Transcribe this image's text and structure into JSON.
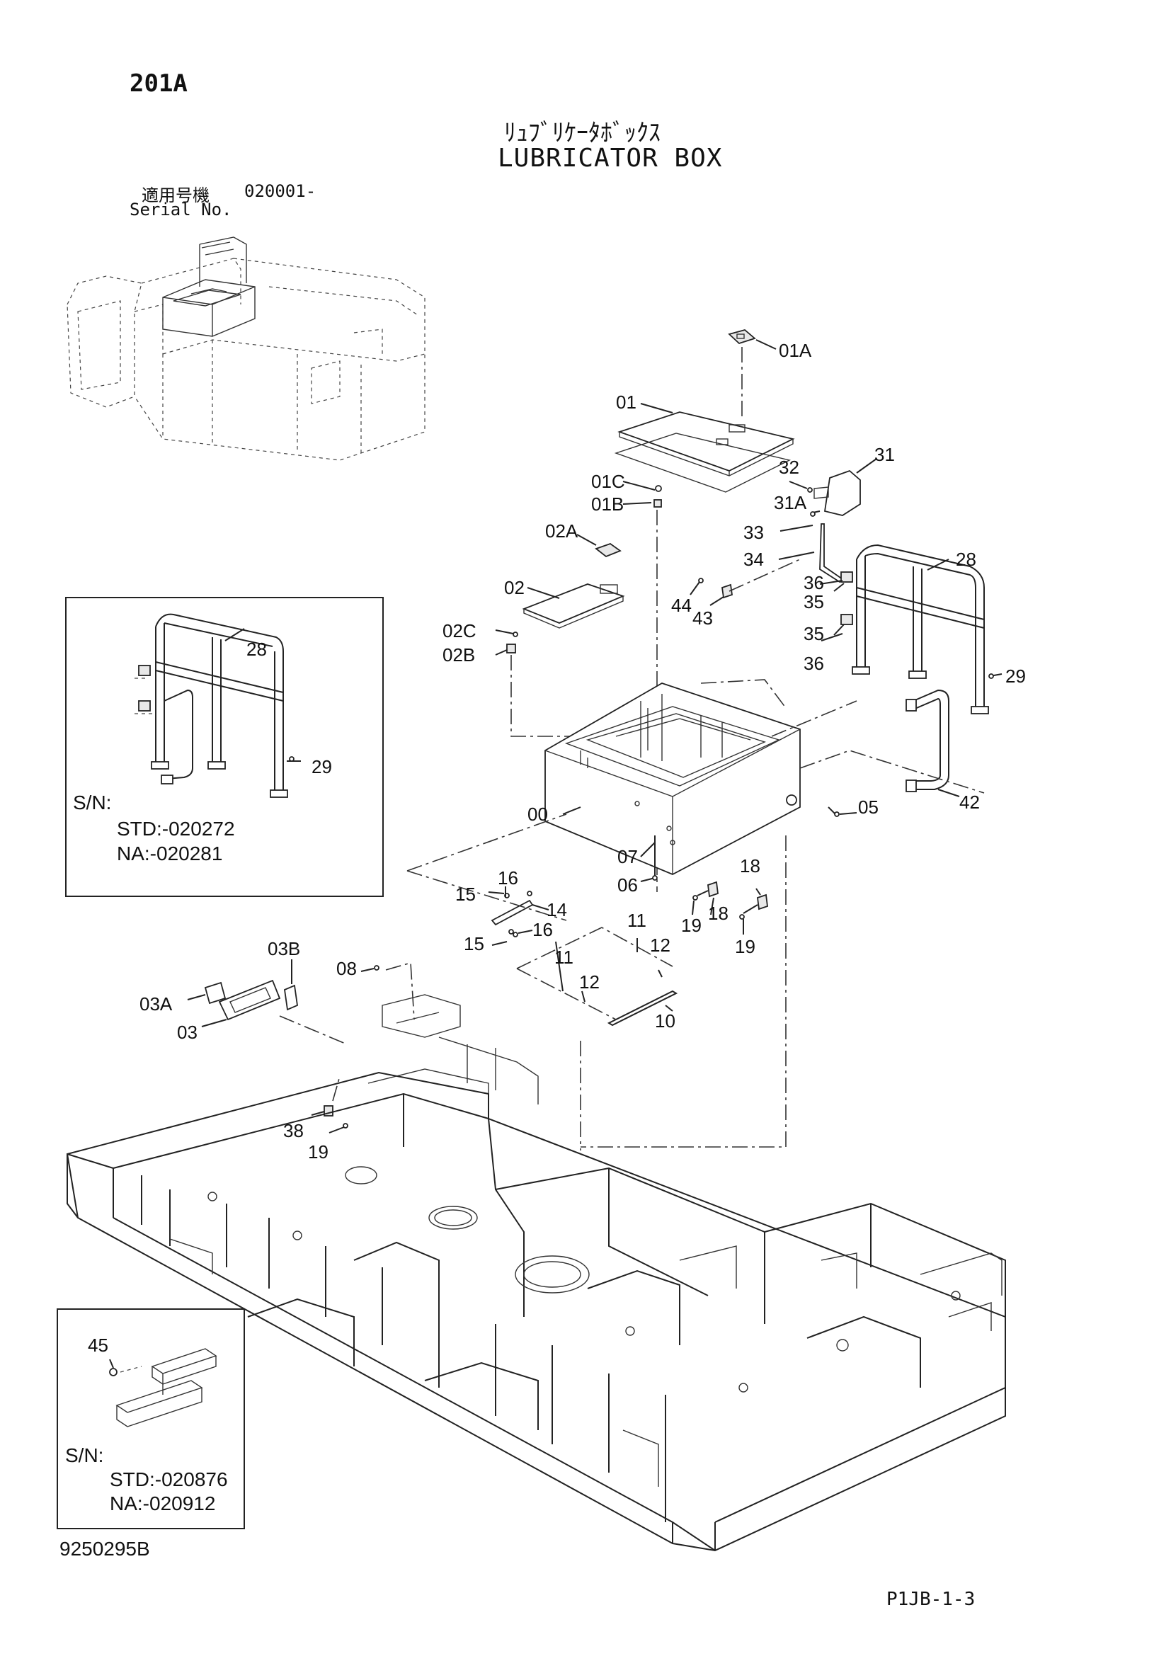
{
  "header": {
    "code": "201A",
    "title_jp": "ﾘｭﾌﾞﾘｹｰﾀﾎﾞｯｸｽ",
    "title_en": "LUBRICATOR BOX",
    "serial_jp": "適用号機",
    "serial_value": "020001-",
    "serial_en": "Serial No."
  },
  "inset_top": {
    "sn_label": "S/N:",
    "std": "STD:-020272",
    "na": "NA:-020281",
    "labels": [
      "28",
      "29"
    ]
  },
  "inset_bottom": {
    "sn_label": "S/N:",
    "std": "STD:-020876",
    "na": "NA:-020912",
    "labels": [
      "45"
    ]
  },
  "callouts": {
    "c01A": "01A",
    "c01": "01",
    "c01C": "01C",
    "c01B": "01B",
    "c02A": "02A",
    "c02": "02",
    "c02C": "02C",
    "c02B": "02B",
    "c31": "31",
    "c32": "32",
    "c31A": "31A",
    "c33": "33",
    "c34": "34",
    "c28": "28",
    "c36a": "36",
    "c35a": "35",
    "c35b": "35",
    "c36b": "36",
    "c29": "29",
    "c44": "44",
    "c43": "43",
    "c42": "42",
    "c05": "05",
    "c00": "00",
    "c07": "07",
    "c06": "06",
    "c18a": "18",
    "c18b": "18",
    "c19a": "19",
    "c19b": "19",
    "c16a": "16",
    "c15a": "15",
    "c14": "14",
    "c16b": "16",
    "c15b": "15",
    "c11a": "11",
    "c12a": "12",
    "c11b": "11",
    "c12b": "12",
    "c10": "10",
    "c03B": "03B",
    "c08": "08",
    "c03A": "03A",
    "c03": "03",
    "c38": "38",
    "c19c": "19"
  },
  "footer": {
    "drawing_no": "9250295B",
    "page_ref": "P1JB-1-3"
  }
}
